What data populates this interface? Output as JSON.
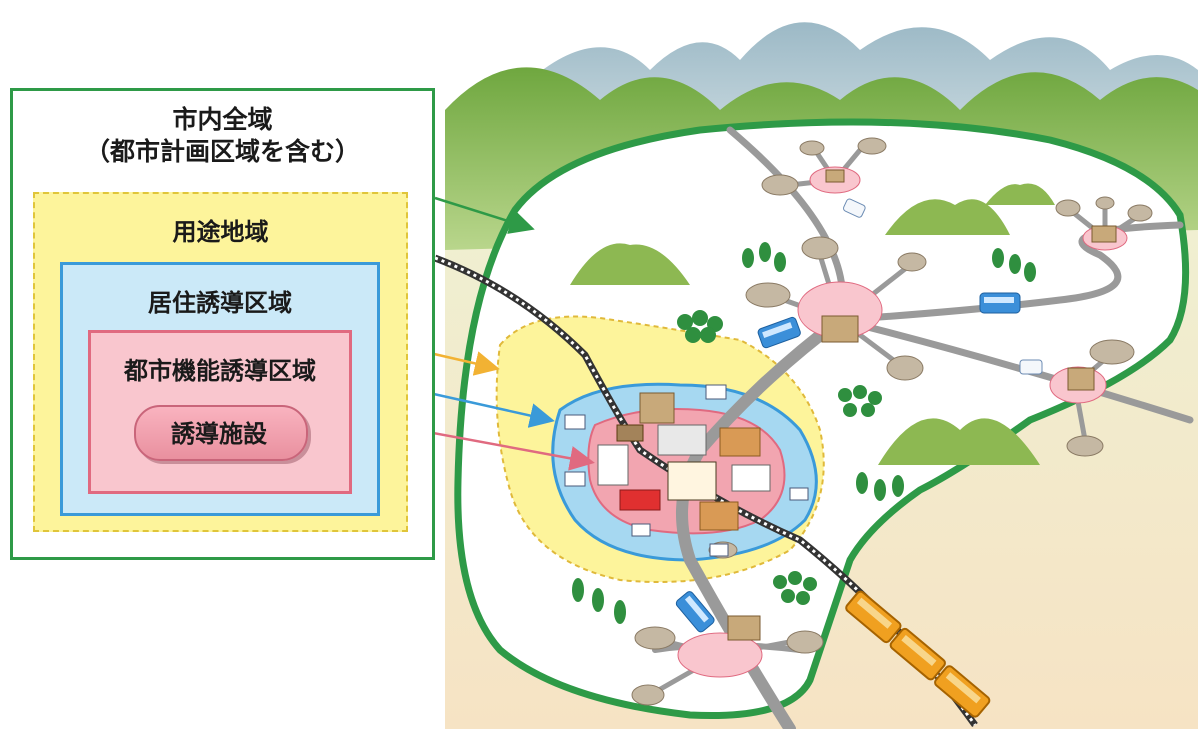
{
  "legend": {
    "city_line1": "市内全域",
    "city_line2": "（都市計画区域を含む）",
    "land_use": "用途地域",
    "residential": "居住誘導区域",
    "urban_function": "都市機能誘導区域",
    "facility": "誘導施設"
  },
  "colors": {
    "city_border": "#2e9a47",
    "land_use_fill": "#fdf49b",
    "land_use_border": "#e0c53a",
    "residential_fill": "#cbe9f8",
    "residential_border": "#3a9ad9",
    "urban_fill": "#f9c6ce",
    "urban_border": "#e06a80",
    "arrow_green": "#2e9a47",
    "arrow_orange": "#f2b233",
    "arrow_blue": "#3a9ad9",
    "arrow_red": "#e06a80",
    "mountain": "#7fb24a",
    "road": "#9a9a9a"
  },
  "icons": [
    "mountain",
    "railway-track",
    "train",
    "bus",
    "car",
    "tree",
    "house",
    "apartment-building",
    "office-building",
    "hospital",
    "shop",
    "station",
    "settlement-circle"
  ]
}
